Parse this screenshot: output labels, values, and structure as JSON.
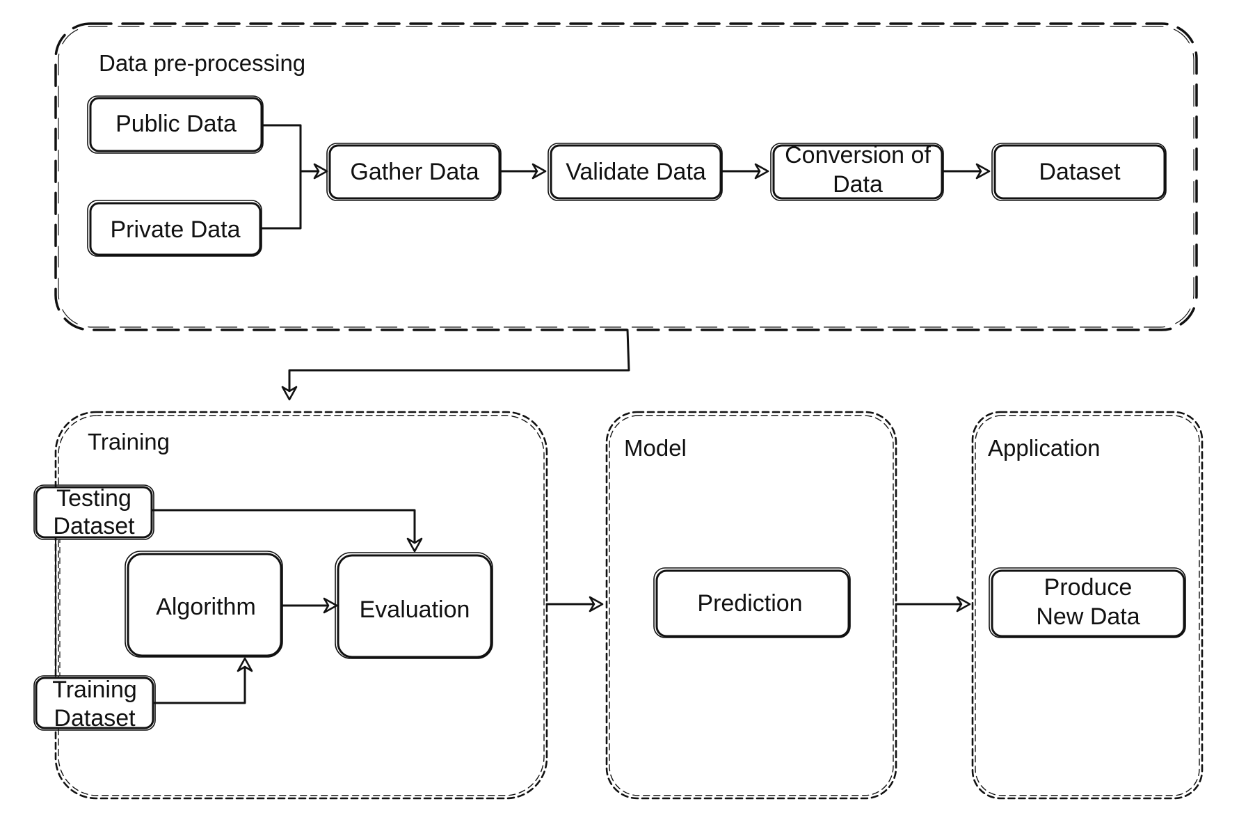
{
  "sections": {
    "preprocessing": "Data pre-processing",
    "training": "Training",
    "model": "Model",
    "application": "Application"
  },
  "nodes": {
    "public_data": "Public Data",
    "private_data": "Private Data",
    "gather_data": "Gather Data",
    "validate_data": "Validate Data",
    "conversion_line1": "Conversion of",
    "conversion_line2": "Data",
    "dataset": "Dataset",
    "testing_line1": "Testing",
    "testing_line2": "Dataset",
    "training_line1": "Training",
    "training_line2": "Dataset",
    "algorithm": "Algorithm",
    "evaluation": "Evaluation",
    "prediction": "Prediction",
    "produce_line1": "Produce",
    "produce_line2": "New Data"
  },
  "style": {
    "stroke_color": "#111111",
    "background": "#ffffff"
  }
}
